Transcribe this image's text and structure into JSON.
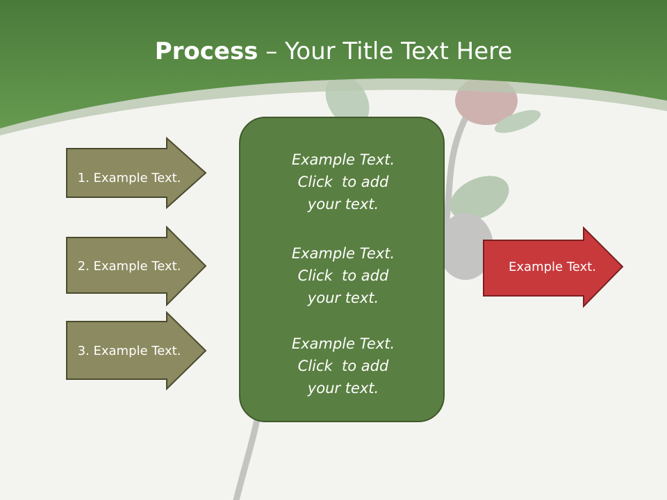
{
  "slide": {
    "title_bold": "Process",
    "title_rest": " – Your Title Text Here"
  },
  "inputs": [
    {
      "label": "1. Example Text."
    },
    {
      "label": "2. Example Text."
    },
    {
      "label": "3. Example Text."
    }
  ],
  "center_blocks": [
    {
      "lines": [
        "Example Text.",
        "Click  to add",
        "your text."
      ]
    },
    {
      "lines": [
        "Example Text.",
        "Click  to add",
        "your text."
      ]
    },
    {
      "lines": [
        "Example Text.",
        "Click  to add",
        "your text."
      ]
    }
  ],
  "output": {
    "label": "Example Text."
  },
  "colors": {
    "header_green": "#5a8a45",
    "input_arrow": "#8c8a60",
    "center_box": "#5a7f42",
    "output_arrow": "#c8393c"
  },
  "icons": {
    "background_art": "rose-stem-illustration"
  }
}
